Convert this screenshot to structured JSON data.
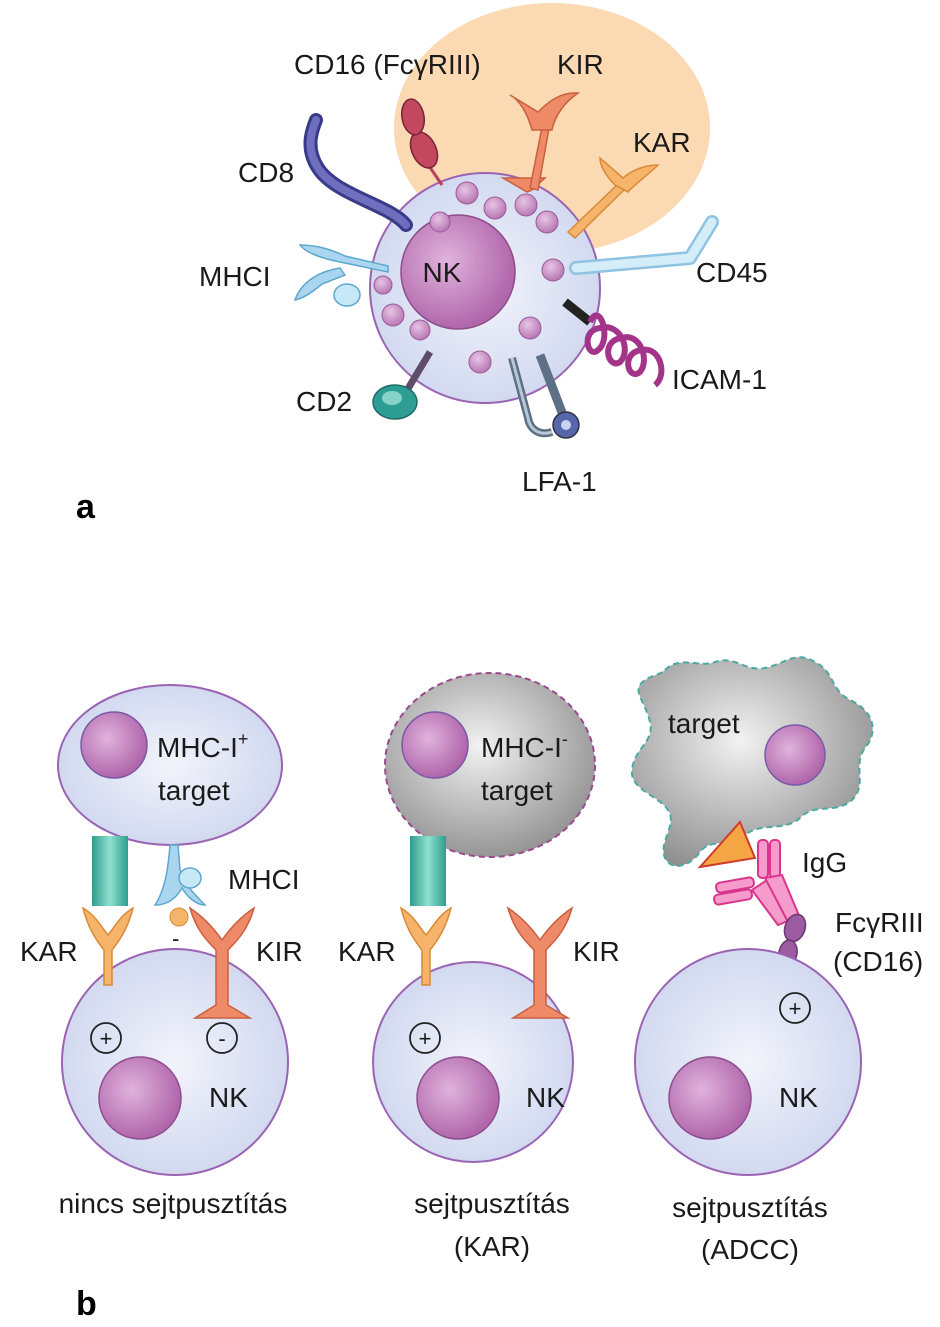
{
  "panel_a": {
    "letter": "a",
    "cell_label": "NK",
    "receptors": {
      "cd16": "CD16 (FcγRIII)",
      "kir": "KIR",
      "kar": "KAR",
      "cd8": "CD8",
      "mhci": "MHCI",
      "cd45": "CD45",
      "icam1": "ICAM-1",
      "cd2": "CD2",
      "lfa1": "LFA-1"
    }
  },
  "panel_b": {
    "letter": "b",
    "left": {
      "target_line1": "MHC-I",
      "target_sup": "+",
      "target_line2": "target",
      "mhci": "MHCI",
      "kar": "KAR",
      "kir": "KIR",
      "minus_small": "-",
      "plus": "+",
      "minus": "-",
      "nk": "NK",
      "caption": "nincs sejtpusztítás"
    },
    "middle": {
      "target_line1": "MHC-I",
      "target_sup": "-",
      "target_line2": "target",
      "kar": "KAR",
      "kir": "KIR",
      "plus": "+",
      "nk": "NK",
      "caption_line1": "sejtpusztítás",
      "caption_line2": "(KAR)"
    },
    "right": {
      "target": "target",
      "igg": "IgG",
      "fc_line1": "FcγRIII",
      "fc_line2": "(CD16)",
      "plus": "+",
      "nk": "NK",
      "caption_line1": "sejtpusztítás",
      "caption_line2": "(ADCC)"
    }
  },
  "colors": {
    "cell_fill": "#dde3f3",
    "cell_stroke": "#9b63b4",
    "nucleus": "#c47fbd",
    "kar": "#f6b36a",
    "kir": "#ef8a68",
    "cd8": "#5a5aa6",
    "mhci": "#a9d6ee",
    "cd45": "#c6e4f5",
    "icam1": "#a3348a",
    "cd2": "#2e9e95",
    "lfa1": "#6f7fa4",
    "cd16": "#b8405a",
    "kar_receptor_bars": "#4fb9a6",
    "highlight": "#fbd9b2",
    "igg": "#e659a6",
    "antigen": "#f5a544"
  }
}
